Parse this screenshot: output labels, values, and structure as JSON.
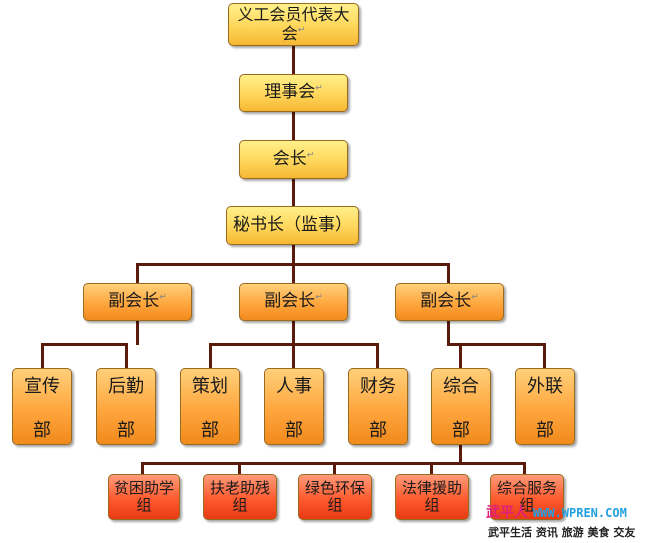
{
  "mark": "↵",
  "top": {
    "label": "义工会员代表大会"
  },
  "council": {
    "label": "理事会"
  },
  "president": {
    "label": "会长"
  },
  "secretary": {
    "label": "秘书长（监事）"
  },
  "vice_presidents": [
    {
      "label": "副会长"
    },
    {
      "label": "副会长"
    },
    {
      "label": "副会长"
    }
  ],
  "departments": [
    {
      "top": "宣传",
      "bottom": "部"
    },
    {
      "top": "后勤",
      "bottom": "部"
    },
    {
      "top": "策划",
      "bottom": "部"
    },
    {
      "top": "人事",
      "bottom": "部"
    },
    {
      "top": "财务",
      "bottom": "部"
    },
    {
      "top": "综合",
      "bottom": "部"
    },
    {
      "top": "外联",
      "bottom": "部"
    }
  ],
  "groups": [
    {
      "label": "贫困助学组"
    },
    {
      "label": "扶老助残组"
    },
    {
      "label": "绿色环保组"
    },
    {
      "label": "法律援助组"
    },
    {
      "label": "综合服务组"
    }
  ],
  "watermark": {
    "site": "武平人",
    "url": "WWW.WPREN.COM",
    "nav": "武平生活 资讯 旅游 美食 交友"
  },
  "colors": {
    "connector": "#5c1a0a",
    "upper_boxes": "#ffd65a",
    "mid_boxes": "#ffa63e",
    "group_boxes": "#ff5a2e"
  }
}
